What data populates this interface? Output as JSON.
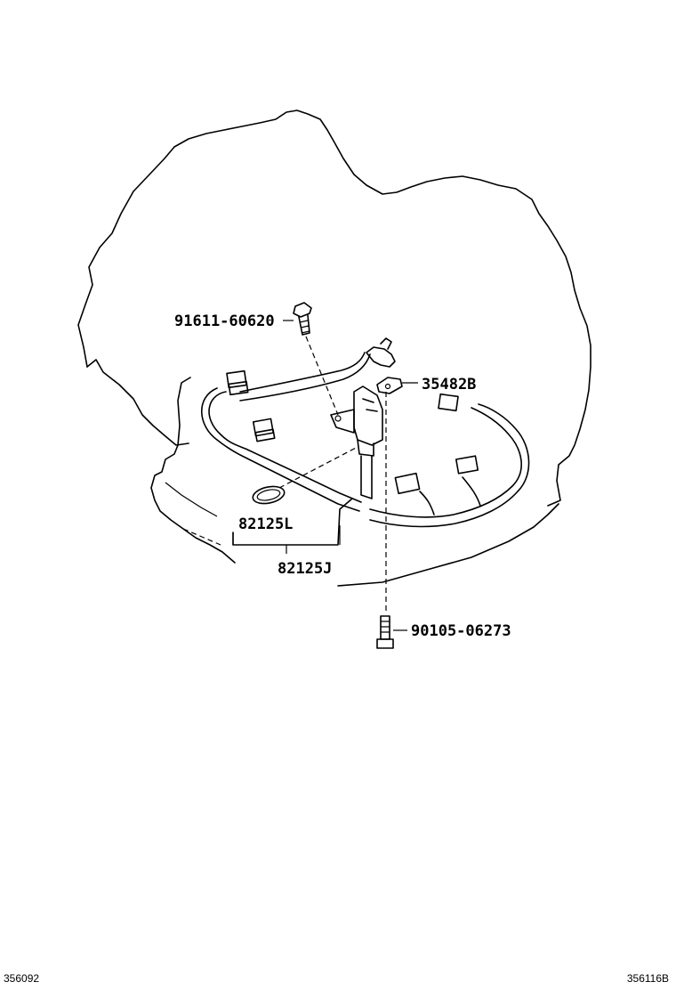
{
  "parts": {
    "bolt_top": "91611-60620",
    "clamp": "35482B",
    "o_ring": "82125L",
    "wire_harness": "82125J",
    "bolt_bottom": "90105-06273"
  },
  "footer": {
    "left_code": "356092",
    "right_code": "356116B"
  }
}
